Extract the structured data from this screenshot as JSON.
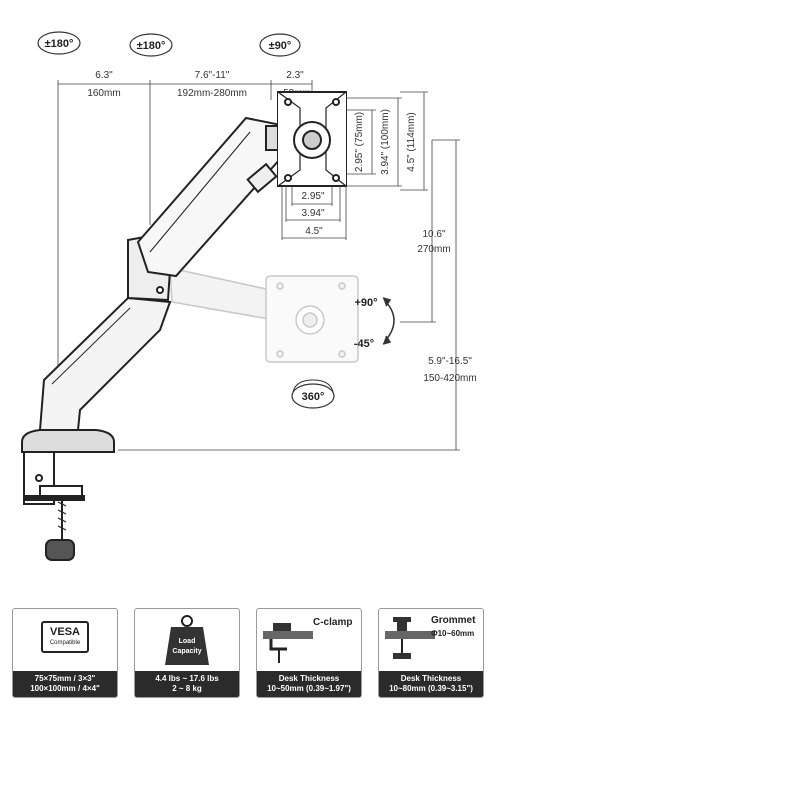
{
  "rotation_badges": {
    "base": "±180°",
    "arm": "±180°",
    "head": "±90°",
    "swivel": "360°"
  },
  "dimensions": {
    "base_to_pivot": {
      "in": "6.3\"",
      "mm": "160mm"
    },
    "arm_length": {
      "in": "7.6\"-11\"",
      "mm": "192mm-280mm"
    },
    "plate_offset": {
      "in": "2.3\"",
      "mm": "58mm"
    },
    "vesa_vertical": {
      "small": "2.95\" (75mm)",
      "medium": "3.94\" (100mm)",
      "large": "4.5\" (114mm)"
    },
    "vesa_horizontal": {
      "small": "2.95\"",
      "medium": "3.94\"",
      "large": "4.5\""
    },
    "tilt_travel": {
      "in": "10.6\"",
      "mm": "270mm"
    },
    "height_range": {
      "in": "5.9\"-16.5\"",
      "mm": "150-420mm"
    },
    "tilt": {
      "up": "+90°",
      "down": "-45°"
    }
  },
  "cards": [
    {
      "id": "vesa",
      "icon_main": "VESA",
      "icon_sub": "Compatible",
      "line1": "75×75mm / 3×3\"",
      "line2": "100×100mm / 4×4\""
    },
    {
      "id": "load",
      "icon_main": "Load",
      "icon_sub": "Capacity",
      "line1": "4.4 lbs ~ 17.6 lbs",
      "line2": "2 ~ 8 kg"
    },
    {
      "id": "clamp",
      "title": "C-clamp",
      "line1": "Desk Thickness",
      "line2": "10~50mm (0.39~1.97\")"
    },
    {
      "id": "grommet",
      "title": "Grommet",
      "subtitle": "Φ10~60mm",
      "line1": "Desk Thickness",
      "line2": "10~80mm (0.39~3.15\")"
    }
  ]
}
